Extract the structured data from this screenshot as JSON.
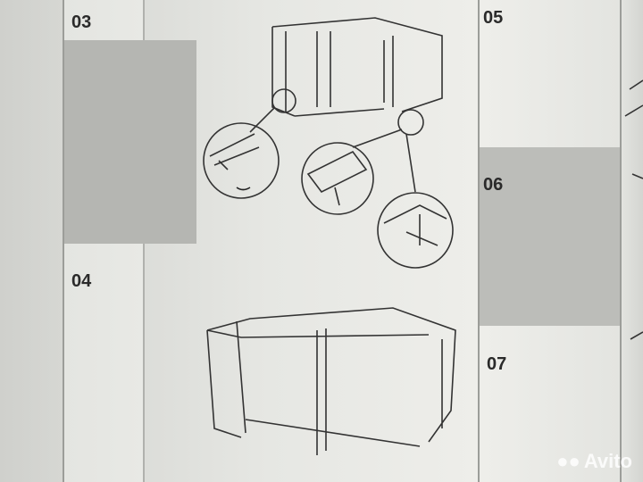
{
  "steps": {
    "s03": "03",
    "s04": "04",
    "s05": "05",
    "s06": "06",
    "s07": "07"
  },
  "watermark": "Avito"
}
